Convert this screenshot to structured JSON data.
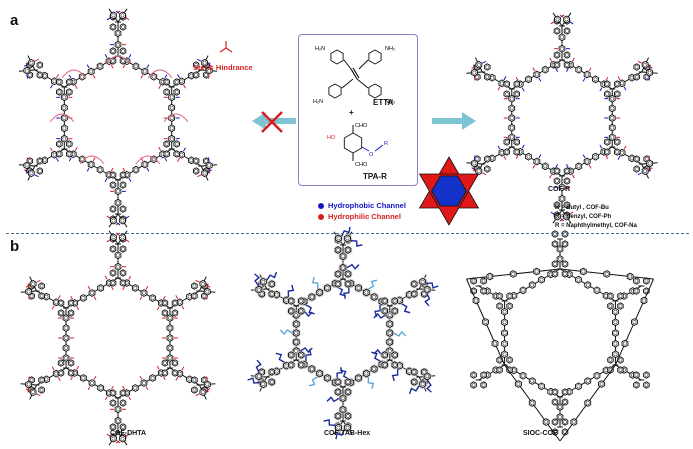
{
  "panels": {
    "a": "a",
    "b": "b"
  },
  "panel_a": {
    "steric_note": "Steric Hindrance",
    "monomers": {
      "etta": "ETTA",
      "tpa": "TPA-R",
      "plus": "+"
    },
    "product_label": "COF-R",
    "legend": {
      "hydrophobic": "Hydrophobic Channel",
      "hydrophilic": "Hydrophilic Channel",
      "hydrophobic_color": "#1515c8",
      "hydrophilic_color": "#d62020"
    },
    "r_groups": [
      "R = Butyl , COF-Bu",
      "R = Benzyl, COF-Ph",
      "R = Naphthylmethyl, COF-Na"
    ],
    "reaction_blocked_icon": "cross-icon",
    "reaction_ok_icon": "arrow-right-icon"
  },
  "panel_b": {
    "structures": [
      "COF-DHTA",
      "COF-TAB-Hex",
      "SIOC-COF"
    ]
  },
  "colors": {
    "divider": "#4f6d8f",
    "arrow": "#7ec3d2",
    "star_red": "#e01818",
    "star_blue": "#1432c8",
    "cross": "#d61f1f"
  }
}
